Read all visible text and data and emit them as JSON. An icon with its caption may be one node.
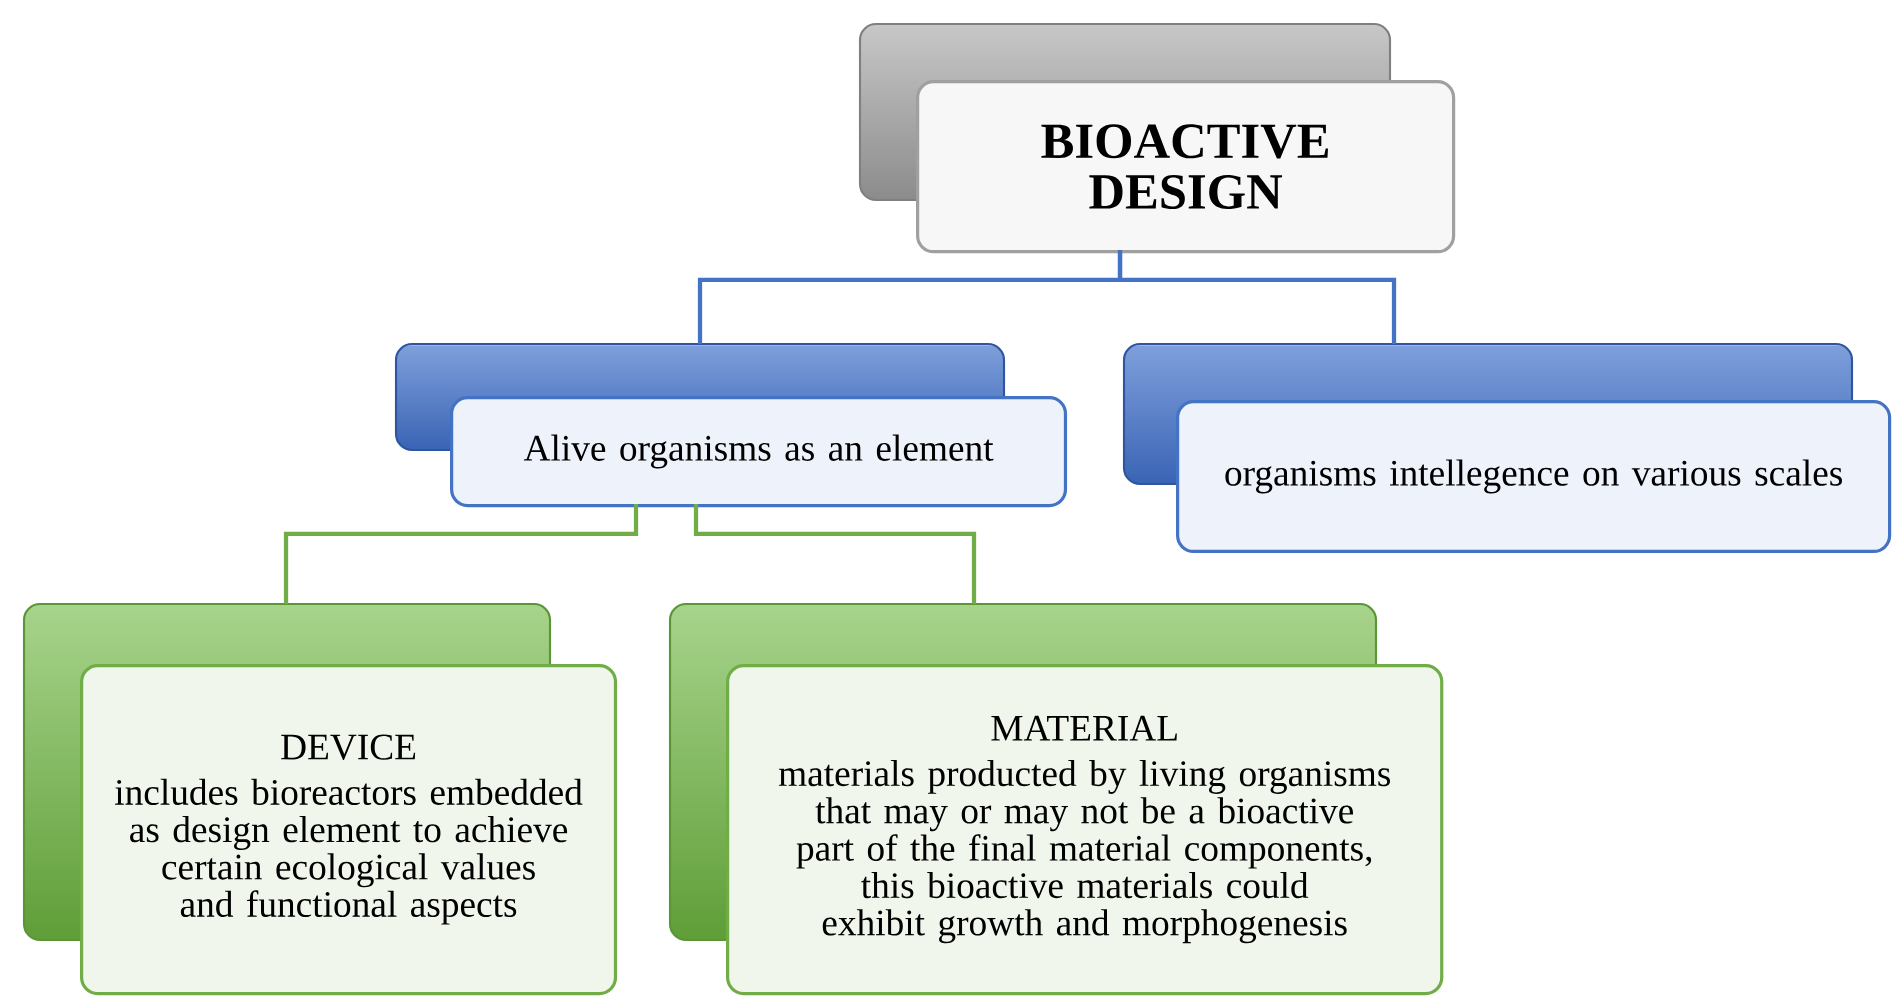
{
  "diagram": {
    "nodes": [
      {
        "text": [
          "BIOACTIVE DESIGN"
        ]
      },
      {
        "text": [
          "Alive organisms as an element"
        ]
      },
      {
        "text": [
          "organisms intellegence on various scales"
        ]
      },
      {
        "text": [
          "DEVICE",
          "includes bioreactors embedded as design element to achieve certain ecological values and functional aspects"
        ]
      },
      {
        "text": [
          "MATERIAL",
          "materials producted by living organisms that may or may not be a bioactive part of the final material components, this bioactive materials could exhibit growth and morphogenesis"
        ]
      }
    ],
    "edges": [
      {
        "from": 0,
        "to": 1,
        "arrow": "none",
        "color": "#4472c4"
      },
      {
        "from": 0,
        "to": 2,
        "arrow": "none",
        "color": "#4472c4"
      },
      {
        "from": 1,
        "to": 3,
        "arrow": "none",
        "color": "#70ad47"
      },
      {
        "from": 1,
        "to": 4,
        "arrow": "none",
        "color": "#70ad47"
      }
    ]
  }
}
